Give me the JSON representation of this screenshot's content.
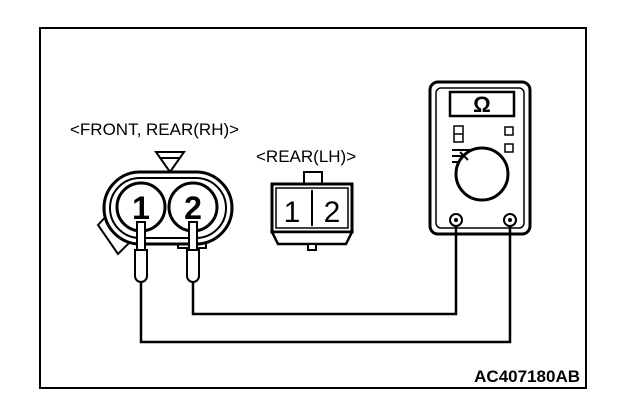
{
  "labels": {
    "front_rear_rh": "<FRONT, REAR(RH)>",
    "rear_lh": "<REAR(LH)>",
    "figure_code": "AC407180AB"
  },
  "front_connector": {
    "pins": [
      "1",
      "2"
    ]
  },
  "rear_lh_connector": {
    "pins": [
      "1",
      "2"
    ]
  },
  "meter": {
    "unit": "Ω"
  },
  "colors": {
    "line": "#000000",
    "background": "#ffffff"
  }
}
